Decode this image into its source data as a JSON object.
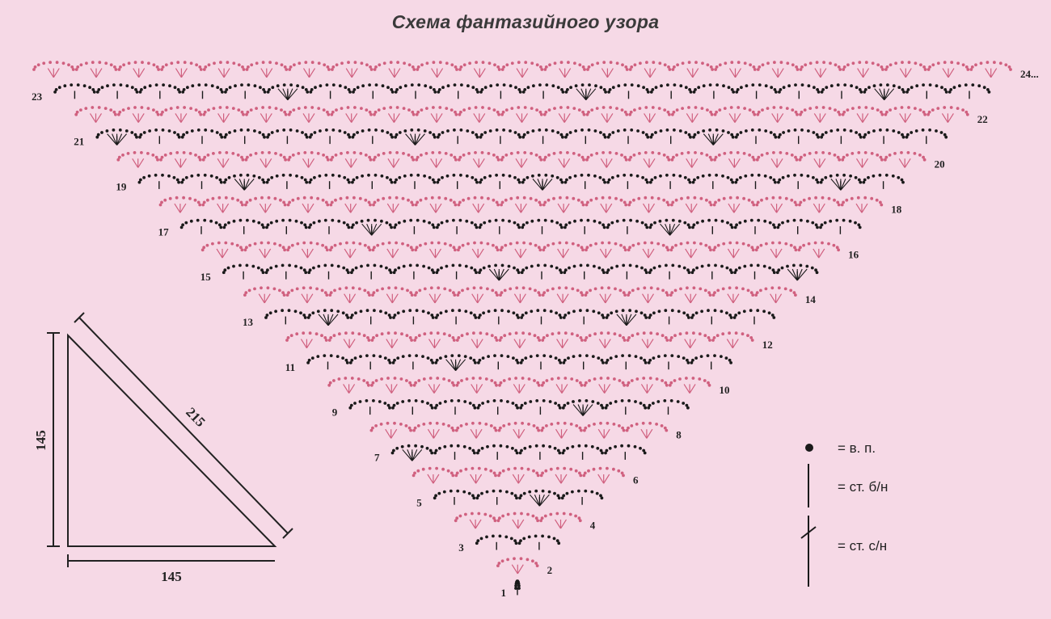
{
  "title": "Схема фантазийного узора",
  "colors": {
    "background": "#f6d9e6",
    "dark_row": "#1a1a1a",
    "pink_row": "#d0607f"
  },
  "rows": {
    "left_labels": [
      "1",
      "3",
      "5",
      "7",
      "9",
      "11",
      "13",
      "15",
      "17",
      "19",
      "21",
      "23"
    ],
    "right_labels": [
      "2",
      "4",
      "6",
      "8",
      "10",
      "12",
      "14",
      "16",
      "18",
      "20",
      "22",
      "24..."
    ]
  },
  "legend": {
    "chain": "= в. п.",
    "sc": "= ст. б/н",
    "dc": "= ст. с/н"
  },
  "schematic": {
    "height": "145",
    "base": "145",
    "hypotenuse": "215"
  }
}
